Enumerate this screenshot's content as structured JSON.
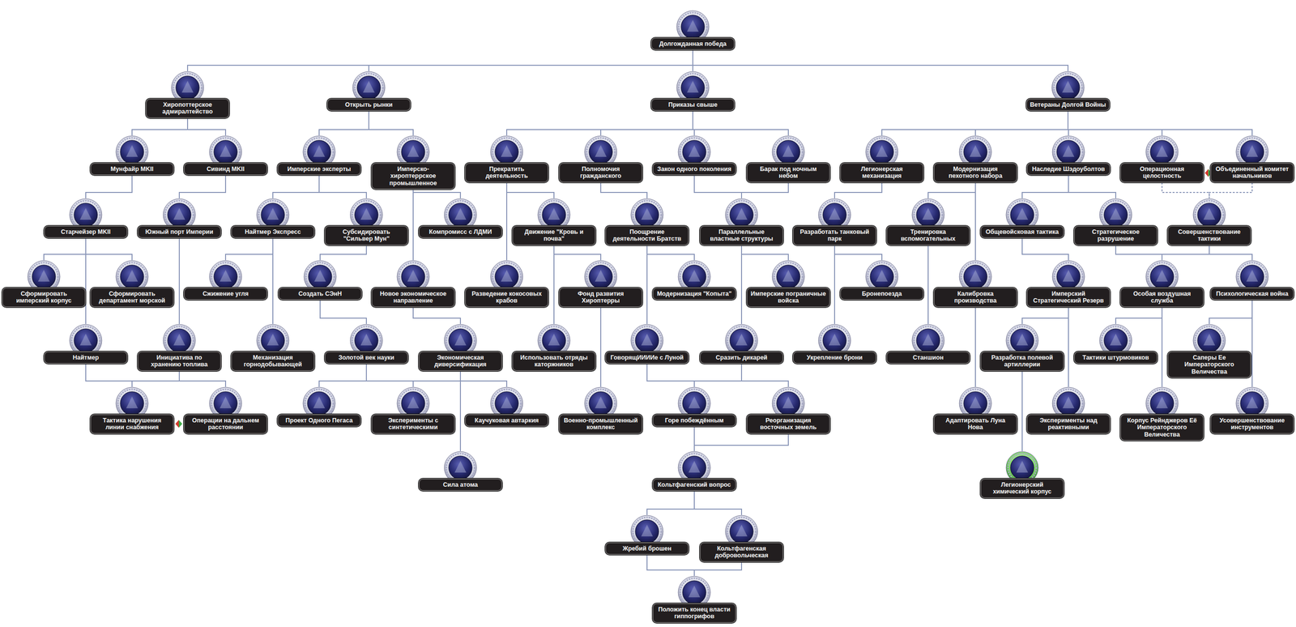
{
  "diagram": {
    "nodes": [
      {
        "text": [
          "Долгожданная победа"
        ]
      },
      {
        "text": [
          "Хиропоттерское адмиралтейство"
        ]
      },
      {
        "text": [
          "Открыть рынки"
        ]
      },
      {
        "text": [
          "Приказы свыше"
        ]
      },
      {
        "text": [
          "Ветераны Долгой Войны"
        ]
      },
      {
        "text": [
          "Мунфайр MKII"
        ]
      },
      {
        "text": [
          "Сивинд MKII"
        ]
      },
      {
        "text": [
          "Имперские эксперты"
        ]
      },
      {
        "text": [
          "Имперско-хироптеррское промышленное"
        ]
      },
      {
        "text": [
          "Прекратить деятельность"
        ]
      },
      {
        "text": [
          "Полномочия гражданского"
        ]
      },
      {
        "text": [
          "Закон одного поколения"
        ]
      },
      {
        "text": [
          "Барак под ночным небом"
        ]
      },
      {
        "text": [
          "Легионерская механизация"
        ]
      },
      {
        "text": [
          "Модернизация пехотного набора"
        ]
      },
      {
        "text": [
          "Наследие Шэдоуболтов"
        ]
      },
      {
        "text": [
          "Операционная целостность"
        ]
      },
      {
        "text": [
          "Объединенный комитет начальников"
        ]
      },
      {
        "text": [
          "Старчейзер MKII"
        ]
      },
      {
        "text": [
          "Южный порт Империи"
        ]
      },
      {
        "text": [
          "Найтмер Экспресс"
        ]
      },
      {
        "text": [
          "Субсидировать \"Сильвер Мун\""
        ]
      },
      {
        "text": [
          "Компромисс с ЛДМИ"
        ]
      },
      {
        "text": [
          "Движение \"Кровь и почва\""
        ]
      },
      {
        "text": [
          "Поощрение деятельности Братств"
        ]
      },
      {
        "text": [
          "Параллельные властные структуры"
        ]
      },
      {
        "text": [
          "Разработать танковый парк"
        ]
      },
      {
        "text": [
          "Тренировка вспомогательных"
        ]
      },
      {
        "text": [
          "Общевойсковая тактика"
        ]
      },
      {
        "text": [
          "Стратегическое разрушение"
        ]
      },
      {
        "text": [
          "Совершенствование тактики"
        ]
      },
      {
        "text": [
          "Сформировать имперский корпус"
        ]
      },
      {
        "text": [
          "Сформировать департамент морской"
        ]
      },
      {
        "text": [
          "Сжижение угля"
        ]
      },
      {
        "text": [
          "Создать СЭнН"
        ]
      },
      {
        "text": [
          "Новое экономическое направление"
        ]
      },
      {
        "text": [
          "Разведение кокосовых крабов"
        ]
      },
      {
        "text": [
          "Фонд развития Хироптерры"
        ]
      },
      {
        "text": [
          "Модернизация \"Копыта\""
        ]
      },
      {
        "text": [
          "Имперские пограничные войска"
        ]
      },
      {
        "text": [
          "Бронепоезда"
        ]
      },
      {
        "text": [
          "Калибровка производства"
        ]
      },
      {
        "text": [
          "Имперский Стратегический Резерв"
        ]
      },
      {
        "text": [
          "Особая воздушная служба"
        ]
      },
      {
        "text": [
          "Психологическая война"
        ]
      },
      {
        "text": [
          "Найтмер"
        ]
      },
      {
        "text": [
          "Инициатива по хранению топлива"
        ]
      },
      {
        "text": [
          "Механизация горнодобывающей"
        ]
      },
      {
        "text": [
          "Золотой век науки"
        ]
      },
      {
        "text": [
          "Экономическая диверсификация"
        ]
      },
      {
        "text": [
          "Использовать отряды каторжников"
        ]
      },
      {
        "text": [
          "ГоворящИИИИе с Луной"
        ]
      },
      {
        "text": [
          "Сразить дикарей"
        ]
      },
      {
        "text": [
          "Укрепление брони"
        ]
      },
      {
        "text": [
          "Станшион"
        ]
      },
      {
        "text": [
          "Разработка полевой артиллерии"
        ]
      },
      {
        "text": [
          "Тактики штурмовиков"
        ]
      },
      {
        "text": [
          "Саперы Ее Императорского Величества"
        ]
      },
      {
        "text": [
          "Тактика нарушения линии снабжения"
        ]
      },
      {
        "text": [
          "Операции на дальнем расстоянии"
        ]
      },
      {
        "text": [
          "Проект Одного Пегаса"
        ]
      },
      {
        "text": [
          "Эксперименты с синтетическими"
        ]
      },
      {
        "text": [
          "Каучуковая автаркия"
        ]
      },
      {
        "text": [
          "Военно-промышленный комплекс"
        ]
      },
      {
        "text": [
          "Горе побеждённым"
        ]
      },
      {
        "text": [
          "Реорганизация восточных земель"
        ]
      },
      {
        "text": [
          "Адаптировать Луна Нова"
        ]
      },
      {
        "text": [
          "Эксперименты над реактивными"
        ]
      },
      {
        "text": [
          "Корпус Рейнджеров Её Императорского Величества"
        ]
      },
      {
        "text": [
          "Усовершенствование инструментов"
        ]
      },
      {
        "text": [
          "Сила атома"
        ]
      },
      {
        "text": [
          "Кольтфагенский вопрос"
        ]
      },
      {
        "text": [
          "Легионерский химический корпус"
        ]
      },
      {
        "text": [
          "Жребий брошен"
        ]
      },
      {
        "text": [
          "Кольтфагенская добровольческая"
        ]
      },
      {
        "text": [
          "Положить конец власти гиппогрифов"
        ]
      }
    ],
    "edges": [
      {
        "from": 0,
        "to": 1,
        "arrow": "none"
      },
      {
        "from": 0,
        "to": 2,
        "arrow": "none"
      },
      {
        "from": 0,
        "to": 3,
        "arrow": "none"
      },
      {
        "from": 0,
        "to": 4,
        "arrow": "none"
      },
      {
        "from": 1,
        "to": 5,
        "arrow": "none"
      },
      {
        "from": 1,
        "to": 6,
        "arrow": "none"
      },
      {
        "from": 2,
        "to": 7,
        "arrow": "none"
      },
      {
        "from": 2,
        "to": 8,
        "arrow": "none"
      },
      {
        "from": 3,
        "to": 9,
        "arrow": "none"
      },
      {
        "from": 3,
        "to": 10,
        "arrow": "none"
      },
      {
        "from": 3,
        "to": 11,
        "arrow": "none"
      },
      {
        "from": 3,
        "to": 12,
        "arrow": "none"
      },
      {
        "from": 4,
        "to": 13,
        "arrow": "none"
      },
      {
        "from": 4,
        "to": 14,
        "arrow": "none"
      },
      {
        "from": 4,
        "to": 15,
        "arrow": "none"
      },
      {
        "from": 4,
        "to": 16,
        "arrow": "none"
      },
      {
        "from": 4,
        "to": 17,
        "arrow": "none"
      },
      {
        "from": 5,
        "to": 18,
        "arrow": "none"
      },
      {
        "from": 6,
        "to": 19,
        "arrow": "none"
      },
      {
        "from": 7,
        "to": 20,
        "arrow": "none"
      },
      {
        "from": 7,
        "to": 21,
        "arrow": "none"
      },
      {
        "from": 8,
        "to": 22,
        "arrow": "none"
      },
      {
        "from": 8,
        "to": 35,
        "arrow": "none"
      },
      {
        "from": 9,
        "to": 23,
        "arrow": "none"
      },
      {
        "from": 9,
        "to": 36,
        "arrow": "none"
      },
      {
        "from": 10,
        "to": 24,
        "arrow": "none"
      },
      {
        "from": 11,
        "to": 25,
        "arrow": "none"
      },
      {
        "from": 12,
        "to": 25,
        "arrow": "none"
      },
      {
        "from": 13,
        "to": 26,
        "arrow": "none"
      },
      {
        "from": 14,
        "to": 27,
        "arrow": "none"
      },
      {
        "from": 14,
        "to": 41,
        "arrow": "none"
      },
      {
        "from": 15,
        "to": 28,
        "arrow": "none"
      },
      {
        "from": 15,
        "to": 29,
        "arrow": "none"
      },
      {
        "from": 16,
        "to": 30,
        "arrow": "none"
      },
      {
        "from": 17,
        "to": 30,
        "arrow": "none"
      },
      {
        "from": 18,
        "to": 31,
        "arrow": "none"
      },
      {
        "from": 18,
        "to": 32,
        "arrow": "none"
      },
      {
        "from": 18,
        "to": 45,
        "arrow": "none"
      },
      {
        "from": 19,
        "to": 46,
        "arrow": "none"
      },
      {
        "from": 20,
        "to": 33,
        "arrow": "none"
      },
      {
        "from": 20,
        "to": 47,
        "arrow": "none"
      },
      {
        "from": 21,
        "to": 34,
        "arrow": "none"
      },
      {
        "from": 23,
        "to": 37,
        "arrow": "none"
      },
      {
        "from": 23,
        "to": 50,
        "arrow": "none"
      },
      {
        "from": 24,
        "to": 38,
        "arrow": "none"
      },
      {
        "from": 24,
        "to": 51,
        "arrow": "none"
      },
      {
        "from": 25,
        "to": 39,
        "arrow": "none"
      },
      {
        "from": 25,
        "to": 52,
        "arrow": "none"
      },
      {
        "from": 26,
        "to": 40,
        "arrow": "none"
      },
      {
        "from": 26,
        "to": 53,
        "arrow": "none"
      },
      {
        "from": 27,
        "to": 54,
        "arrow": "none"
      },
      {
        "from": 28,
        "to": 42,
        "arrow": "none"
      },
      {
        "from": 29,
        "to": 43,
        "arrow": "none"
      },
      {
        "from": 30,
        "to": 43,
        "arrow": "none"
      },
      {
        "from": 30,
        "to": 44,
        "arrow": "none"
      },
      {
        "from": 34,
        "to": 48,
        "arrow": "none"
      },
      {
        "from": 35,
        "to": 49,
        "arrow": "none"
      },
      {
        "from": 37,
        "to": 63,
        "arrow": "none"
      },
      {
        "from": 41,
        "to": 66,
        "arrow": "none"
      },
      {
        "from": 42,
        "to": 55,
        "arrow": "none"
      },
      {
        "from": 42,
        "to": 67,
        "arrow": "none"
      },
      {
        "from": 43,
        "to": 56,
        "arrow": "none"
      },
      {
        "from": 43,
        "to": 68,
        "arrow": "none"
      },
      {
        "from": 44,
        "to": 57,
        "arrow": "none"
      },
      {
        "from": 44,
        "to": 69,
        "arrow": "none"
      },
      {
        "from": 45,
        "to": 58,
        "arrow": "none"
      },
      {
        "from": 46,
        "to": 58,
        "arrow": "none"
      },
      {
        "from": 46,
        "to": 59,
        "arrow": "none"
      },
      {
        "from": 48,
        "to": 60,
        "arrow": "none"
      },
      {
        "from": 48,
        "to": 61,
        "arrow": "none"
      },
      {
        "from": 49,
        "to": 61,
        "arrow": "none"
      },
      {
        "from": 49,
        "to": 62,
        "arrow": "none"
      },
      {
        "from": 49,
        "to": 70,
        "arrow": "none"
      },
      {
        "from": 51,
        "to": 64,
        "arrow": "none"
      },
      {
        "from": 52,
        "to": 64,
        "arrow": "none"
      },
      {
        "from": 52,
        "to": 65,
        "arrow": "none"
      },
      {
        "from": 55,
        "to": 72,
        "arrow": "none"
      },
      {
        "from": 64,
        "to": 71,
        "arrow": "none"
      },
      {
        "from": 65,
        "to": 71,
        "arrow": "none"
      },
      {
        "from": 71,
        "to": 73,
        "arrow": "none"
      },
      {
        "from": 71,
        "to": 74,
        "arrow": "none"
      },
      {
        "from": 73,
        "to": 75,
        "arrow": "none"
      },
      {
        "from": 74,
        "to": 75,
        "arrow": "none"
      }
    ]
  }
}
